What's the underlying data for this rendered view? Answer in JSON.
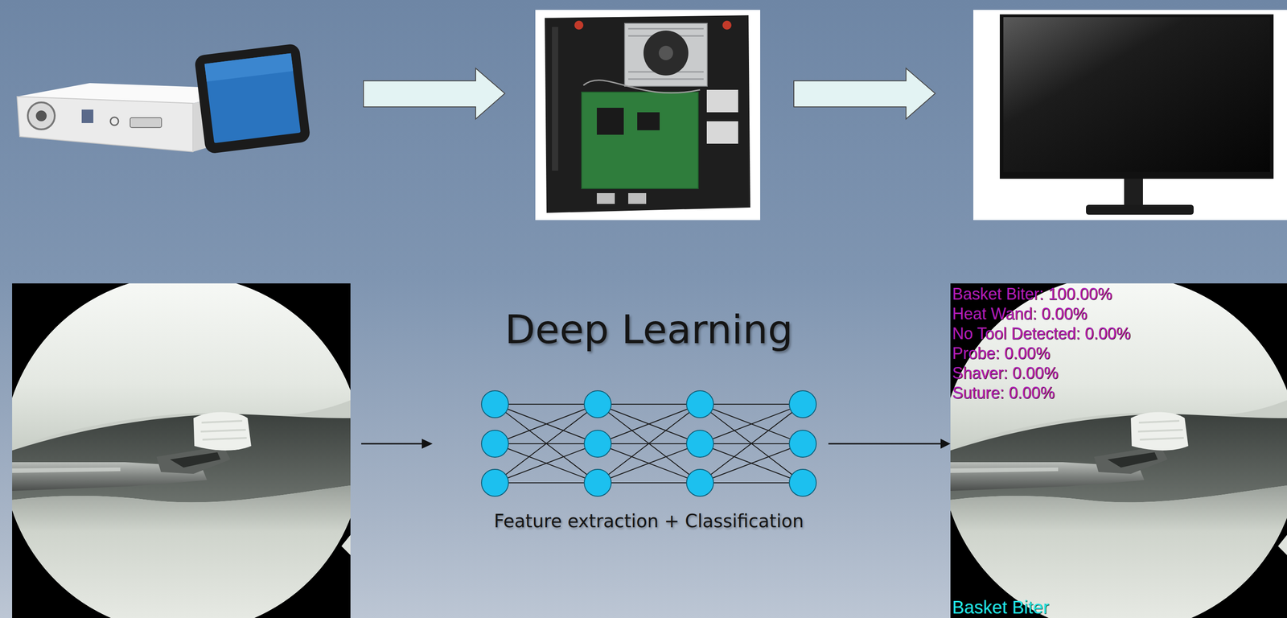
{
  "diagram": {
    "nodes": [
      {
        "text": [
          "Deep Learning",
          "Feature extraction + Classification"
        ]
      },
      {
        "text": [
          "Basket Biter: 100.00%",
          "Heat Wand: 0.00%",
          "No Tool Detected: 0.00%",
          "Probe: 0.00%",
          "Shaver: 0.00%",
          "Suture: 0.00%",
          "Basket Biter"
        ]
      }
    ],
    "edges": [
      {
        "from": 0,
        "to": 1,
        "arrow": "to"
      }
    ]
  }
}
